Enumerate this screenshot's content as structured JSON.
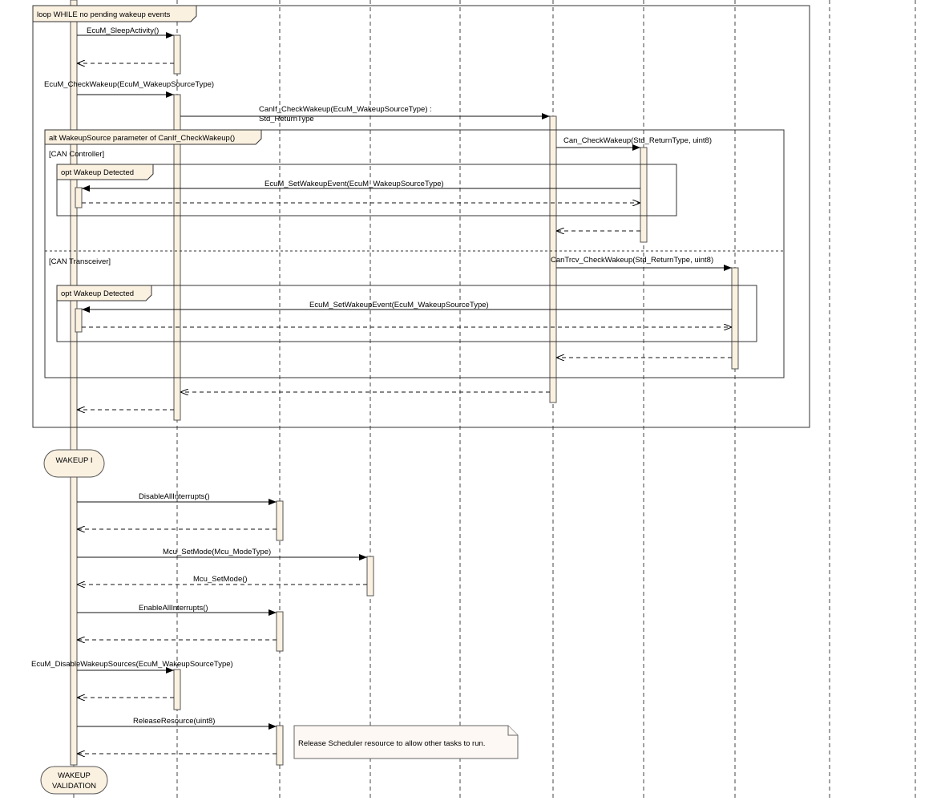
{
  "frames": {
    "loop": "loop WHILE no pending wakeup events",
    "alt": "alt WakeupSource parameter of CanIf_CheckWakeup()",
    "guard_controller": "[CAN Controller]",
    "guard_transceiver": "[CAN Transceiver]",
    "opt1": "opt Wakeup Detected",
    "opt2": "opt Wakeup Detected"
  },
  "messages": {
    "sleep_activity": "EcuM_SleepActivity()",
    "check_wakeup": "EcuM_CheckWakeup(EcuM_WakeupSourceType)",
    "canif_check_l1": "CanIf_CheckWakeup(EcuM_WakeupSourceType) :",
    "canif_check_l2": "Std_ReturnType",
    "can_check": "Can_CheckWakeup(Std_ReturnType, uint8)",
    "set_event_1": "EcuM_SetWakeupEvent(EcuM_WakeupSourceType)",
    "cantrcv_check": "CanTrcv_CheckWakeup(Std_ReturnType, uint8)",
    "set_event_2": "EcuM_SetWakeupEvent(EcuM_WakeupSourceType)",
    "disable_interrupts": "DisableAllInterrupts()",
    "mcu_setmode": "Mcu_SetMode(Mcu_ModeType)",
    "mcu_setmode_ret": "Mcu_SetMode()",
    "enable_interrupts": "EnableAllInterrupts()",
    "disable_sources": "EcuM_DisableWakeupSources(EcuM_WakeupSourceType)",
    "release_resource": "ReleaseResource(uint8)"
  },
  "states": {
    "wakeup_i": "WAKEUP I",
    "validation_l1": "WAKEUP",
    "validation_l2": "VALIDATION"
  },
  "note": "Release Scheduler resource to allow other tasks to run."
}
